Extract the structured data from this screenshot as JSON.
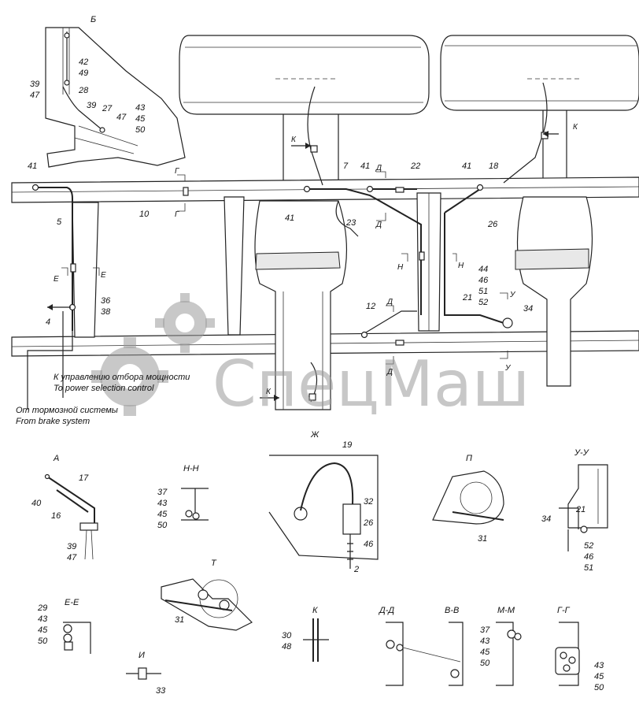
{
  "watermark": {
    "text": "СпецМаш",
    "color": "#9a9a9a",
    "icon": "gear-icon"
  },
  "notes": {
    "pto_ru": "К управлению отбора мощности",
    "pto_en": "To power selection control",
    "brake_ru": "От тормозной системы",
    "brake_en": "From brake system"
  },
  "views": {
    "b": "Б",
    "a": "А",
    "nn": "Н-Н",
    "zh": "Ж",
    "p": "П",
    "uu": "У-У",
    "t": "Т",
    "ee": "Е-Е",
    "k": "К",
    "dd": "Д-Д",
    "vv": "В-В",
    "mm": "М-М",
    "gg": "Г-Г",
    "i": "И"
  },
  "section_marks": {
    "g": "Г",
    "d": "Д",
    "e": "Е",
    "n": "Н",
    "u": "У",
    "k": "К"
  },
  "callouts": {
    "n42": "42",
    "n49": "49",
    "n39": "39",
    "n47": "47",
    "n28": "28",
    "n27": "27",
    "n43": "43",
    "n45": "45",
    "n50": "50",
    "n41": "41",
    "n7": "7",
    "n22": "22",
    "n18": "18",
    "n10": "10",
    "n5": "5",
    "n23": "23",
    "n26": "26",
    "n36": "36",
    "n38": "38",
    "n4": "4",
    "n12": "12",
    "n44": "44",
    "n46": "46",
    "n51": "51",
    "n21": "21",
    "n52": "52",
    "n34": "34",
    "n17": "17",
    "n40": "40",
    "n16": "16",
    "n37": "37",
    "n19": "19",
    "n32": "32",
    "n2": "2",
    "n31": "31",
    "n29": "29",
    "n30": "30",
    "n48": "48",
    "n33": "33"
  }
}
